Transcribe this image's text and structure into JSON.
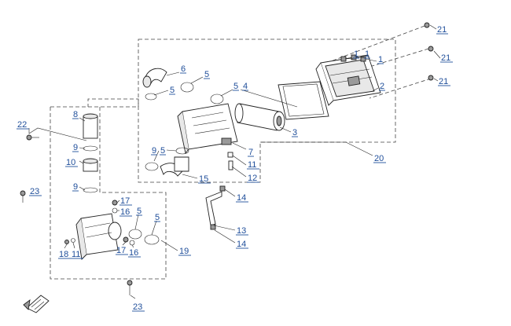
{
  "callouts": [
    {
      "id": "c21a",
      "text": "21"
    },
    {
      "id": "c1a",
      "text": "1"
    },
    {
      "id": "c1b",
      "text": "1"
    },
    {
      "id": "c1c",
      "text": "1"
    },
    {
      "id": "c21b",
      "text": "21"
    },
    {
      "id": "c21c",
      "text": "21"
    },
    {
      "id": "c2",
      "text": "2"
    },
    {
      "id": "c6",
      "text": "6"
    },
    {
      "id": "c5a",
      "text": "5"
    },
    {
      "id": "c5b",
      "text": "5"
    },
    {
      "id": "c4",
      "text": "4"
    },
    {
      "id": "c5c",
      "text": "5"
    },
    {
      "id": "c3",
      "text": "3"
    },
    {
      "id": "c8",
      "text": "8"
    },
    {
      "id": "c22",
      "text": "22"
    },
    {
      "id": "c9a",
      "text": "9"
    },
    {
      "id": "c9b",
      "text": "9"
    },
    {
      "id": "c5d",
      "text": "5"
    },
    {
      "id": "c7",
      "text": "7"
    },
    {
      "id": "c20",
      "text": "20"
    },
    {
      "id": "c10",
      "text": "10"
    },
    {
      "id": "c11a",
      "text": "11"
    },
    {
      "id": "c12",
      "text": "12"
    },
    {
      "id": "c15",
      "text": "15"
    },
    {
      "id": "c9c",
      "text": "9"
    },
    {
      "id": "c23a",
      "text": "23"
    },
    {
      "id": "c14a",
      "text": "14"
    },
    {
      "id": "c17a",
      "text": "17"
    },
    {
      "id": "c16a",
      "text": "16"
    },
    {
      "id": "c5e",
      "text": "5"
    },
    {
      "id": "c5f",
      "text": "5"
    },
    {
      "id": "c13",
      "text": "13"
    },
    {
      "id": "c14b",
      "text": "14"
    },
    {
      "id": "c19",
      "text": "19"
    },
    {
      "id": "c18",
      "text": "18"
    },
    {
      "id": "c11b",
      "text": "11"
    },
    {
      "id": "c17b",
      "text": "17"
    },
    {
      "id": "c16b",
      "text": "16"
    },
    {
      "id": "c23b",
      "text": "23"
    }
  ],
  "icons": {
    "front_arrow": "front-direction-arrow-icon"
  },
  "colors": {
    "callout": "#1f4e9a",
    "line": "#222222",
    "background": "#ffffff"
  }
}
